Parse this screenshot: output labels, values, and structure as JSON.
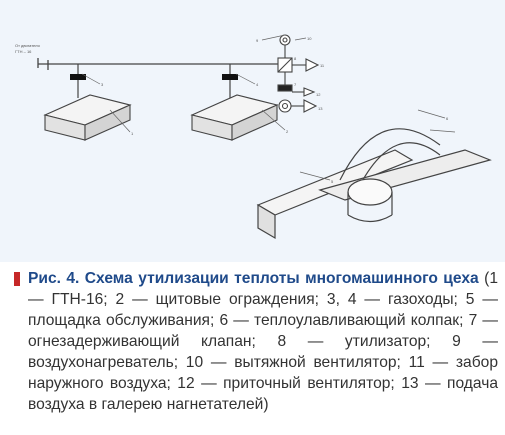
{
  "figure": {
    "label": "Рис. 4.",
    "title": "Схема утилизации теплоты многомашинного цеха",
    "legend": "(1 — ГТН-16; 2 — щитовые ограждения; 3, 4 — газоходы; 5 — площадка обслуживания; 6 — теплоулавливающий колпак; 7 — огнезадерживающий клапан; 8 — утилизатор; 9 — воздухонагреватель; 10 — вытяжной вентилятор; 11 — забор наружного воздуха; 12 — приточный вентилятор; 13 — подача воздуха в галерею нагнетателей)",
    "diagram_labels": {
      "inlet_note_line1": "От двигателя",
      "inlet_note_line2": "ГТН – 16",
      "numbers": [
        "1",
        "2",
        "3",
        "4",
        "5",
        "6",
        "7",
        "8",
        "9",
        "10",
        "11",
        "12",
        "13"
      ]
    }
  }
}
